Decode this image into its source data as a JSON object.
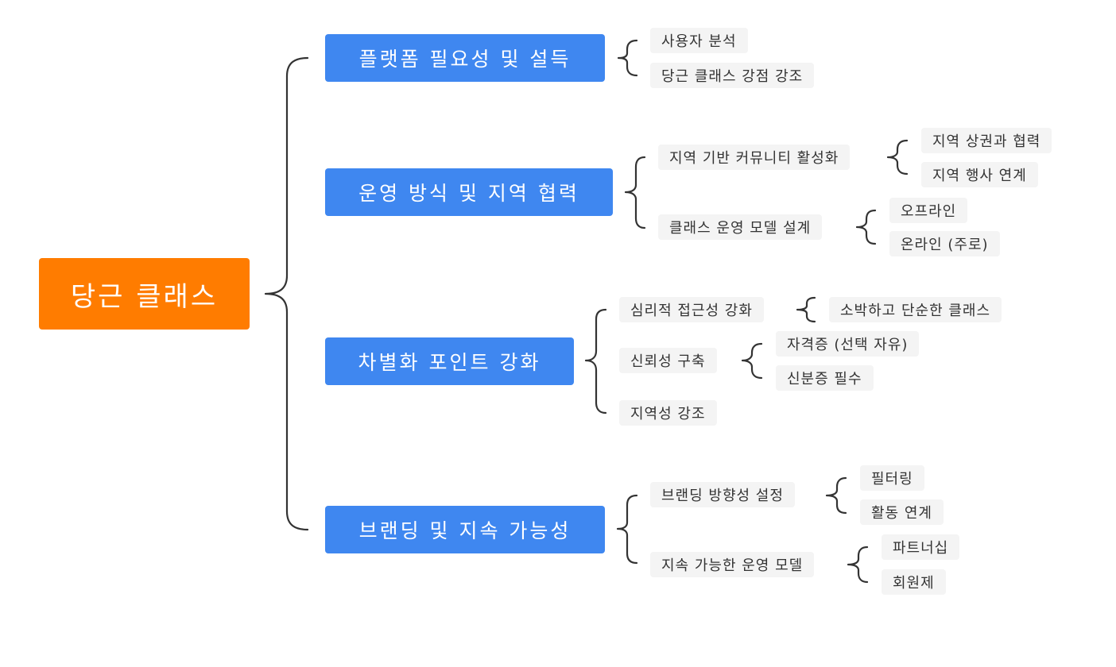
{
  "root": "당근 클래스",
  "branches": [
    {
      "label": "플랫폼 필요성 및 설득",
      "children": [
        {
          "label": "사용자 분석"
        },
        {
          "label": "당근 클래스 강점 강조"
        }
      ]
    },
    {
      "label": "운영 방식 및 지역 협력",
      "children": [
        {
          "label": "지역 기반 커뮤니티 활성화",
          "children": [
            "지역 상권과 협력",
            "지역 행사 연계"
          ]
        },
        {
          "label": "클래스 운영 모델 설계",
          "children": [
            "오프라인",
            "온라인 (주로)"
          ]
        }
      ]
    },
    {
      "label": "차별화 포인트 강화",
      "children": [
        {
          "label": "심리적 접근성 강화",
          "children": [
            "소박하고 단순한 클래스"
          ]
        },
        {
          "label": "신뢰성 구축",
          "children": [
            "자격증 (선택 자유)",
            "신분증 필수"
          ]
        },
        {
          "label": "지역성 강조"
        }
      ]
    },
    {
      "label": "브랜딩 및 지속 가능성",
      "children": [
        {
          "label": "브랜딩 방향성 설정",
          "children": [
            "필터링",
            "활동 연계"
          ]
        },
        {
          "label": "지속 가능한 운영 모델",
          "children": [
            "파트너십",
            "회원제"
          ]
        }
      ]
    }
  ],
  "colors": {
    "root": "#FF7C00",
    "branch": "#3F87F0",
    "leaf": "#F4F4F4",
    "line": "#333333"
  }
}
